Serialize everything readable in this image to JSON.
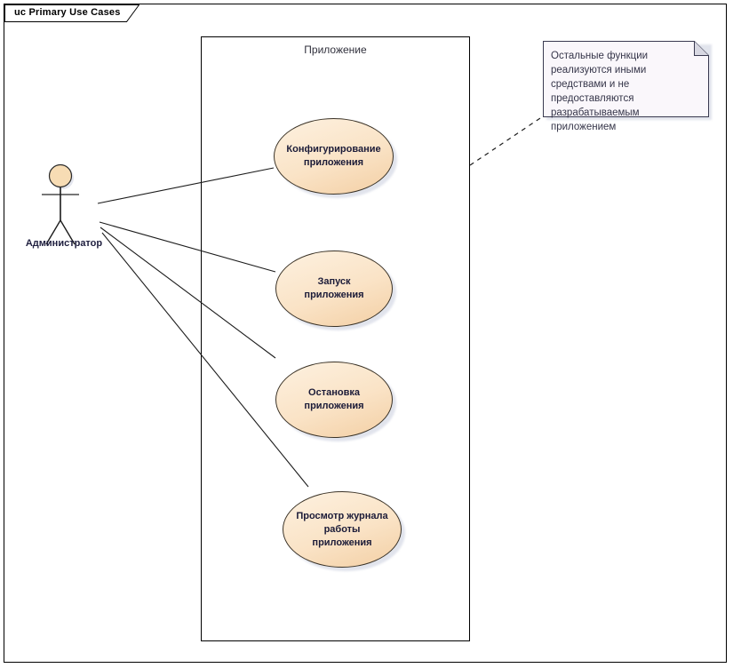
{
  "diagram": {
    "kind_label": "uc",
    "title": "Primary Use Cases",
    "full_title": "uc Primary Use Cases"
  },
  "boundary": {
    "label": "Приложение"
  },
  "actor": {
    "label": "Администратор",
    "icon": "stick-figure-actor-icon"
  },
  "use_cases": [
    {
      "id": "configure",
      "label": "Конфигурирование приложения"
    },
    {
      "id": "start",
      "label": "Запуск приложения"
    },
    {
      "id": "stop",
      "label": "Остановка приложения"
    },
    {
      "id": "viewlog",
      "label": "Просмотр журнала работы приложения"
    }
  ],
  "note": {
    "text": "Остальные функции реализуются иными средствами и не предоставляются разрабатываемым приложением"
  },
  "colors": {
    "usecase_fill": "#fae3c6",
    "usecase_fill_light": "#fdf1e0",
    "usecase_fill_dark": "#f3cfa4",
    "usecase_stroke": "#3a3226",
    "actor_fill": "#f7dcb4",
    "note_fill": "#faf7fb",
    "note_stroke": "#3a3a50",
    "shadow": "#c9cede",
    "frame_stroke": "#000000",
    "text": "#1b1b38"
  }
}
